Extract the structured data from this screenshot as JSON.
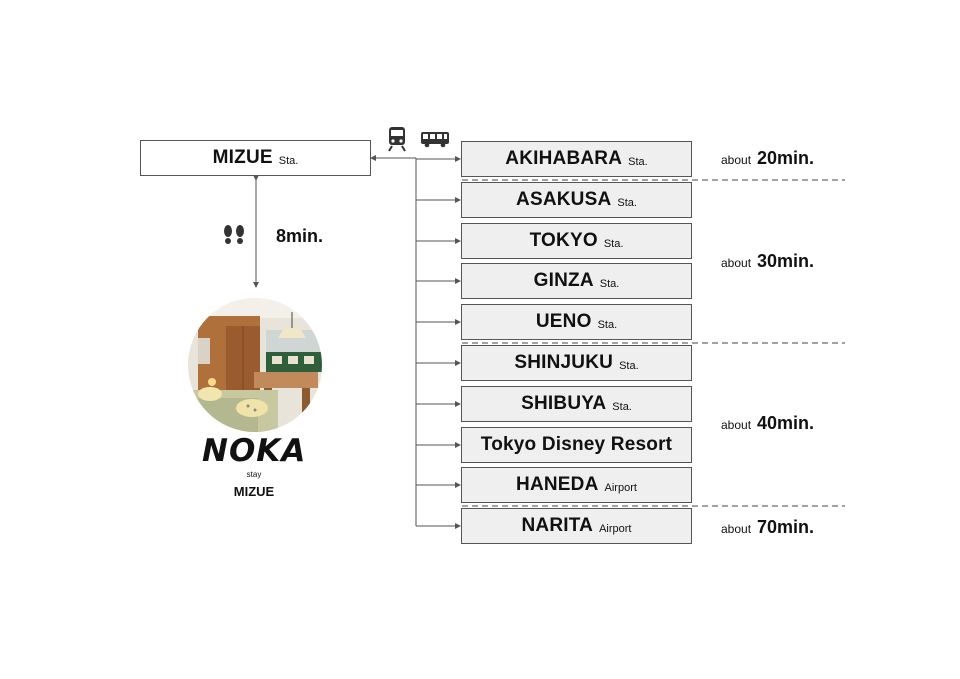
{
  "origin": {
    "name": "MIZUE",
    "suffix": "Sta."
  },
  "walk": {
    "time": "8min.",
    "icon": "footprints-icon"
  },
  "transport_icons": [
    "train-icon",
    "bus-icon"
  ],
  "destinations": [
    {
      "name": "AKIHABARA",
      "suffix": "Sta."
    },
    {
      "name": "ASAKUSA",
      "suffix": "Sta."
    },
    {
      "name": "TOKYO",
      "suffix": "Sta."
    },
    {
      "name": "GINZA",
      "suffix": "Sta."
    },
    {
      "name": "UENO",
      "suffix": "Sta."
    },
    {
      "name": "SHINJUKU",
      "suffix": "Sta."
    },
    {
      "name": "SHIBUYA",
      "suffix": "Sta."
    },
    {
      "name": "Tokyo Disney Resort",
      "suffix": ""
    },
    {
      "name": "HANEDA",
      "suffix": "Airport"
    },
    {
      "name": "NARITA",
      "suffix": "Airport"
    }
  ],
  "time_groups": [
    {
      "prefix": "about",
      "value": "20min."
    },
    {
      "prefix": "about",
      "value": "30min."
    },
    {
      "prefix": "about",
      "value": "40min."
    },
    {
      "prefix": "about",
      "value": "70min."
    }
  ],
  "hotel": {
    "logo": "NOKA",
    "logo_sub": "stay",
    "name": "MIZUE"
  },
  "colors": {
    "box_fill": "#efefef",
    "line": "#555555",
    "text": "#111111"
  }
}
